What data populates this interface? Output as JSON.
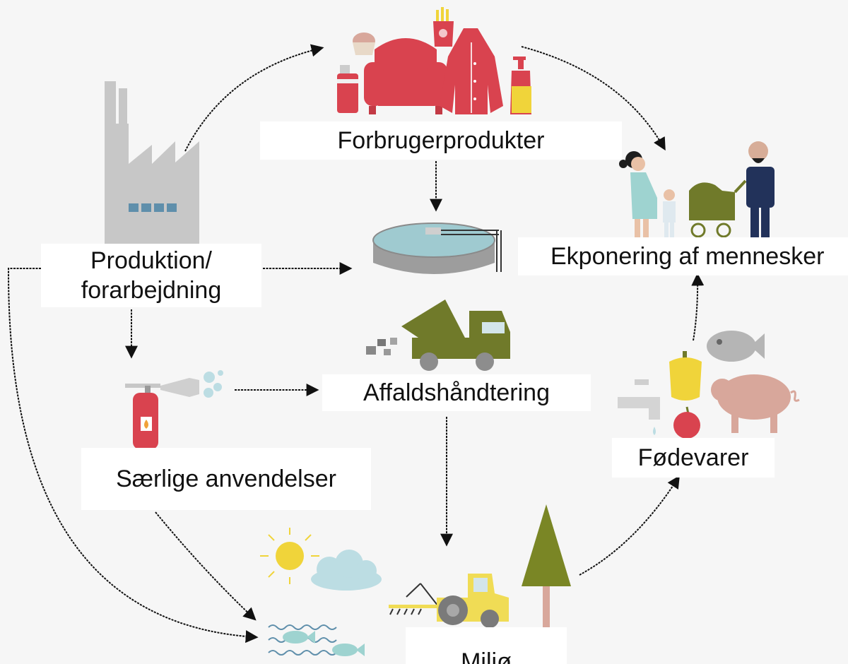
{
  "labels": {
    "forbrugerprodukter": "Forbrugerprodukter",
    "produktion": "Produktion/\nforarbejdning",
    "eksponering": "Ekponering af mennesker",
    "affald": "Affaldshåndtering",
    "saerlige": "Særlige anvendelser",
    "fodevarer": "Fødevarer",
    "miljo": "Miljø"
  },
  "colors": {
    "product_red": "#d9434f",
    "factory_grey": "#c7c7c7",
    "factory_window": "#5f8fab",
    "olive": "#707a2a",
    "sun_yellow": "#f0d43a",
    "cloud_blue": "#bcdde3",
    "pig_pink": "#d8a79b",
    "fish_grey": "#b5b5b5",
    "navy": "#22325a",
    "mother_teal": "#9ed3d0",
    "tractor_yellow": "#f0dc55",
    "tree_olive": "#7a8625"
  },
  "icons": {
    "factory": "factory-icon",
    "products": [
      "spray-can-icon",
      "armchair-icon",
      "muffin-icon",
      "fries-icon",
      "coat-icon",
      "lotion-bottle-icon"
    ],
    "people": [
      "mother-icon",
      "child-icon",
      "stroller-icon",
      "man-icon"
    ],
    "treatment": "water-treatment-tank-icon",
    "truck": "dump-truck-icon",
    "extinguisher": "fire-extinguisher-icon",
    "food": [
      "fish-icon",
      "pepper-icon",
      "pig-icon",
      "tap-icon",
      "apple-icon"
    ],
    "environment": [
      "sun-icon",
      "cloud-icon",
      "water-fish-icon",
      "tractor-icon",
      "tree-icon"
    ]
  }
}
